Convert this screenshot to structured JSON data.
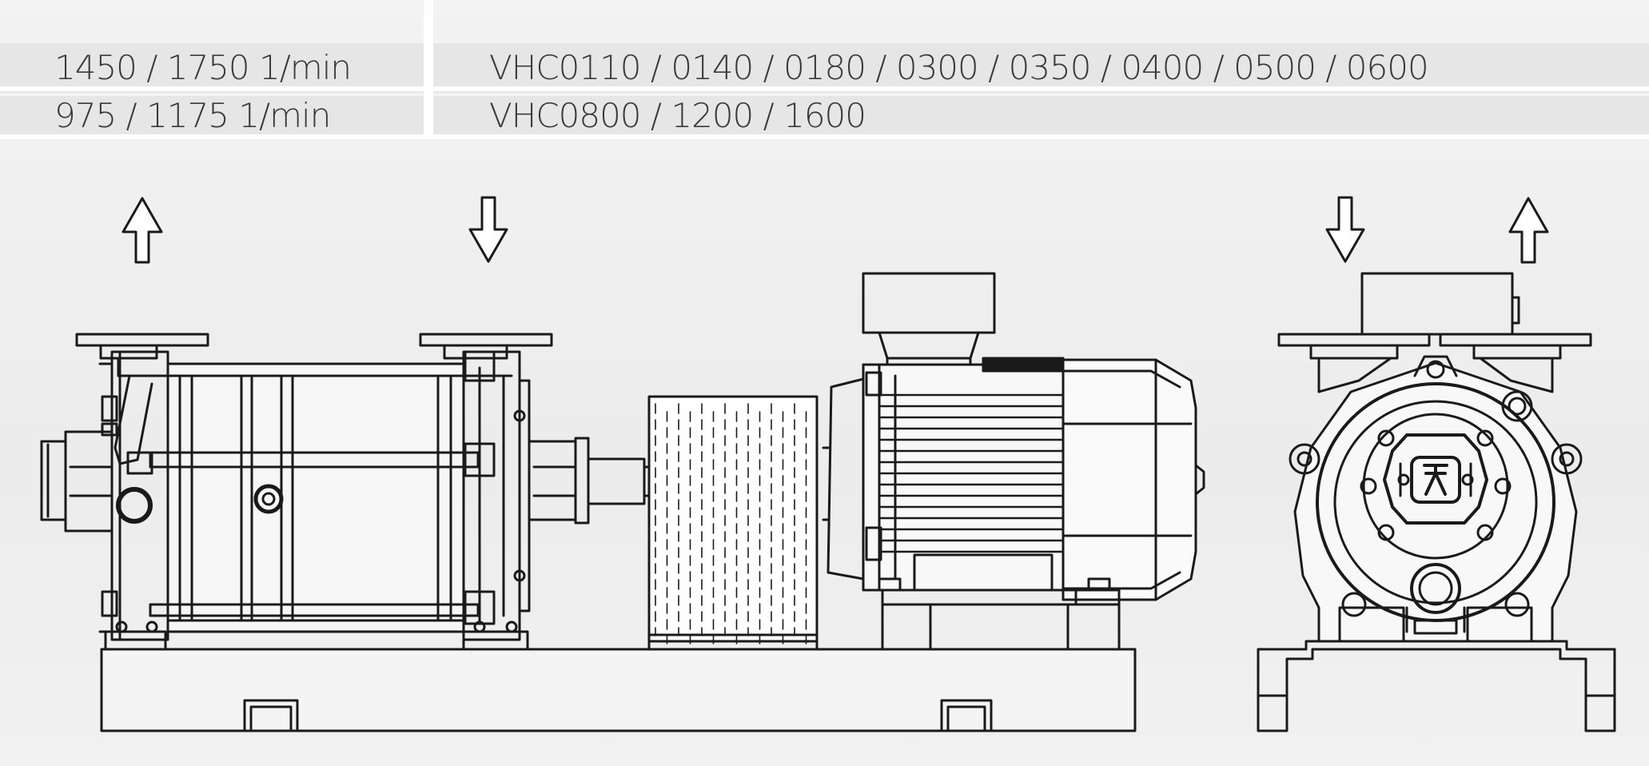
{
  "spec_table": {
    "rows": [
      {
        "speed": "1450 / 1750 1/min",
        "models": "VHC0110 / 0140 / 0180 / 0300 / 0350 / 0400 / 0500 / 0600"
      },
      {
        "speed": "975 / 1175 1/min",
        "models": "VHC0800 / 1200 / 1600"
      }
    ]
  },
  "icons": {
    "side_view_outlet": "arrow-up-icon",
    "side_view_inlet": "arrow-down-icon",
    "front_view_inlet": "arrow-down-icon",
    "front_view_outlet": "arrow-up-icon"
  }
}
